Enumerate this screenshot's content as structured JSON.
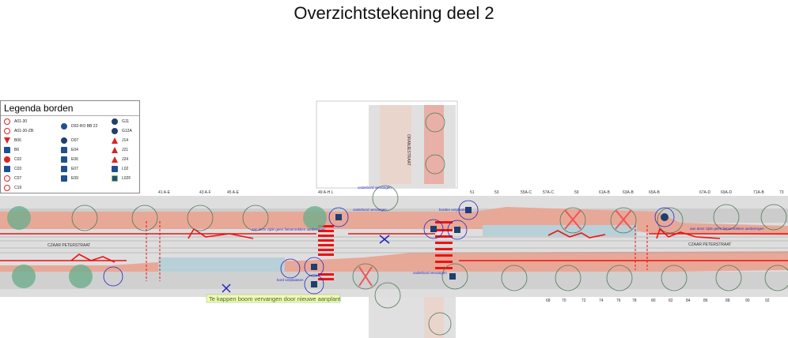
{
  "title": "Overzichtstekening deel 2",
  "legend": {
    "heading": "Legenda borden",
    "col1": [
      "A01-30",
      "A01-30-ZB",
      "B06",
      "B6",
      "C02",
      "C03",
      "C07",
      "C19"
    ],
    "col2": [
      "D02-RO BB 22",
      "D07",
      "E04",
      "E06",
      "E07",
      "E09"
    ],
    "col3": [
      "G11",
      "G12A",
      "J14",
      "J21",
      "J24",
      "L02",
      "L02F"
    ]
  },
  "street_names": [
    "CZAAR PETERSTRAAT",
    "CZAAR PETERSTRAAT"
  ],
  "cross_street": "ORANJESTRAAT",
  "house_numbers_top": [
    "41 A-E",
    "43 A-F",
    "45 A-E",
    "49 A-H L",
    "51",
    "53",
    "55A-C",
    "57A-C",
    "59",
    "61A-B",
    "63A-B",
    "65A-B",
    "67A-D",
    "69A-D",
    "71A-B",
    "73"
  ],
  "house_numbers_bottom": [
    "68",
    "70",
    "72",
    "74",
    "76",
    "78",
    "80",
    "82",
    "84",
    "86",
    "88",
    "90",
    "92"
  ],
  "annotations": {
    "no_bikes_1": "aan deze zijde geen fietsenrekken aanbrengen",
    "no_bikes_2": "aan deze zijde geen fietsenrekken aanbrengen",
    "onderbord_1": "onderbord vervangen",
    "onderbord_2": "onderbord vervangen",
    "onderbord_3": "onderbord vervangen",
    "borden_verplaatsen": "borden verplaatsen",
    "bord_verplaatsen": "bord verplaatsen",
    "tree_note": "Te kappen boom vervangen door nieuwe aanplant"
  },
  "colors": {
    "road": "#d9d9d9",
    "parking": "#e9a99a",
    "marking": "#ee1111",
    "tree": "#4f7a5a",
    "sign": "#2323c0"
  }
}
